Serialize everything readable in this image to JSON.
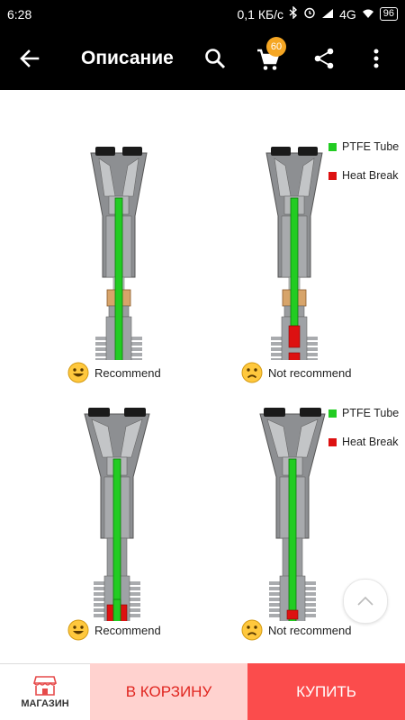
{
  "status_bar": {
    "time": "6:28",
    "speed": "0,1 КБ/с",
    "network": "4G",
    "battery": "96"
  },
  "app_bar": {
    "title": "Описание",
    "cart_count": "60",
    "icons": [
      "arrow-back-icon",
      "search-icon",
      "cart-icon",
      "share-icon",
      "more-vert-icon"
    ]
  },
  "legend": {
    "ptfe_label": "PTFE Tube",
    "ptfe_color": "#22cc22",
    "heatbreak_label": "Heat Break",
    "heatbreak_color": "#dd1111"
  },
  "panels": [
    {
      "label": "Recommend",
      "mood": "happy",
      "heatbreak": false
    },
    {
      "label": "Not recommend",
      "mood": "sad",
      "heatbreak": true
    },
    {
      "label": "Recommend",
      "mood": "happy",
      "heatbreak": true
    },
    {
      "label": "Not recommend",
      "mood": "sad",
      "heatbreak": true
    }
  ],
  "bottom_bar": {
    "shop_label": "МАГАЗИН",
    "cart_label": "В КОРЗИНУ",
    "buy_label": "КУПИТЬ"
  }
}
